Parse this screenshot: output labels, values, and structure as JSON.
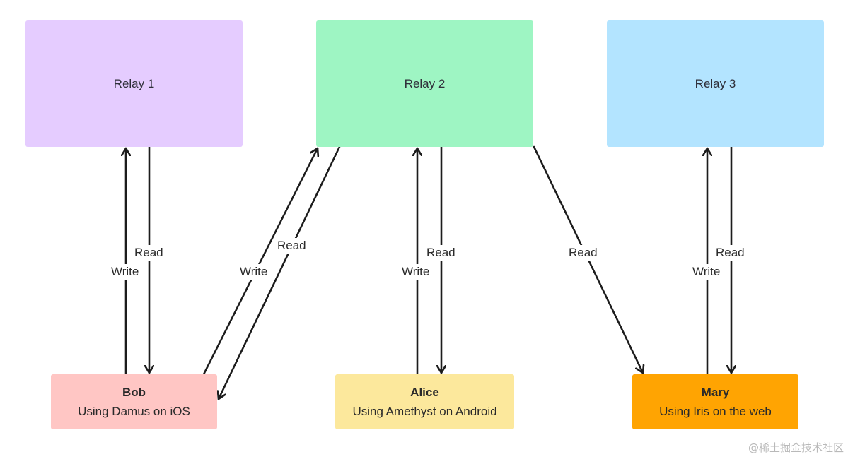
{
  "colors": {
    "relay_1": "#e5ccff",
    "relay_2": "#9ef5c3",
    "relay_3": "#b3e4ff",
    "bob": "#ffc6c4",
    "alice": "#fce89c",
    "mary": "#ffa402",
    "line": "#1c1c1c"
  },
  "relays": [
    {
      "label": "Relay 1"
    },
    {
      "label": "Relay 2"
    },
    {
      "label": "Relay 3"
    }
  ],
  "clients": [
    {
      "name": "Bob",
      "subtitle": "Using Damus on iOS"
    },
    {
      "name": "Alice",
      "subtitle": "Using Amethyst on Android"
    },
    {
      "name": "Mary",
      "subtitle": "Using Iris on the web"
    }
  ],
  "edge_labels": {
    "write": "Write",
    "read": "Read"
  },
  "watermark": "@稀土掘金技术社区"
}
